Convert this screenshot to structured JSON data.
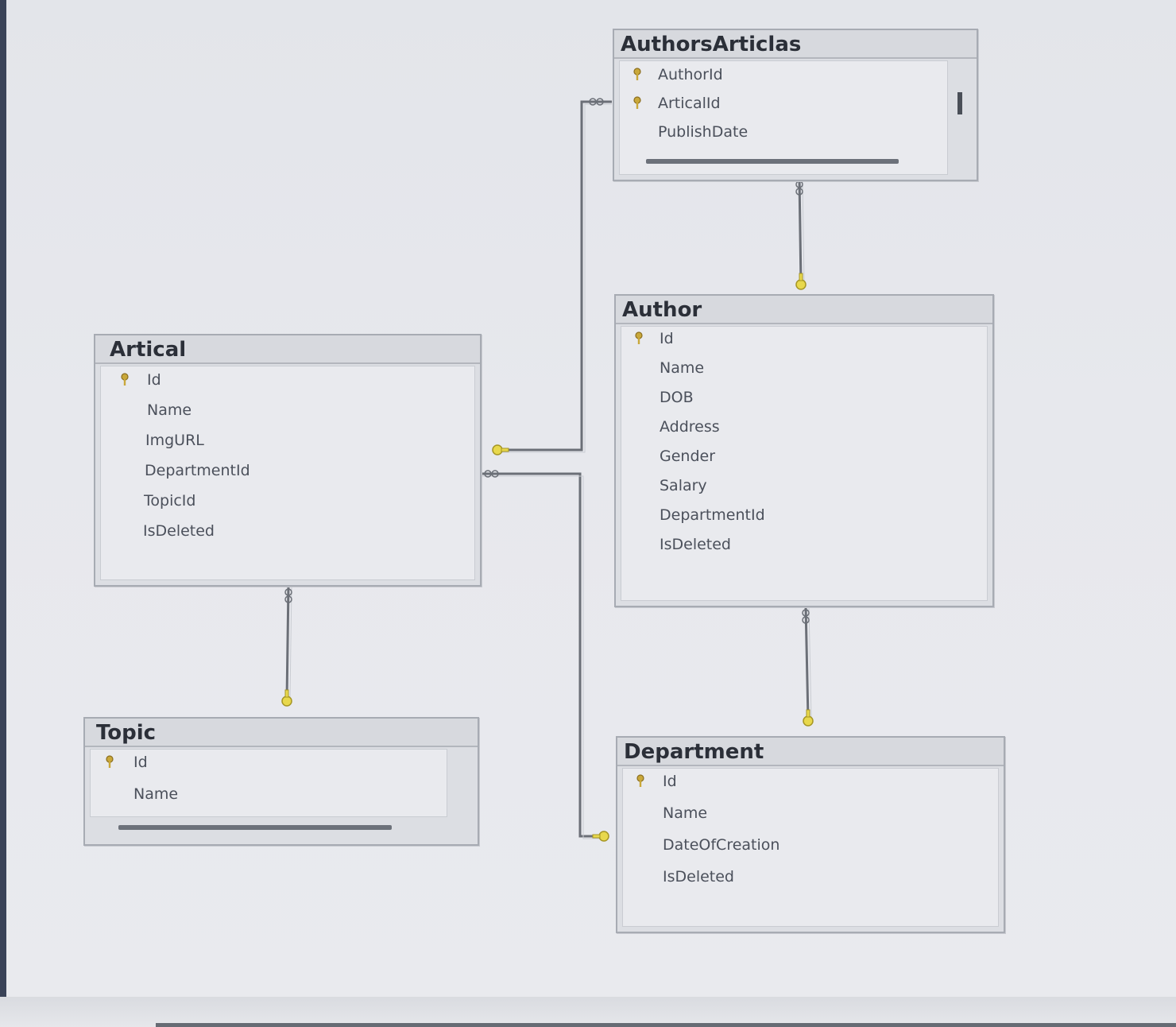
{
  "colors": {
    "key": "#e6d24a",
    "line": "#6b6f77"
  },
  "tables": {
    "authors_articlas": {
      "title": "AuthorsArticlas",
      "columns": [
        "AuthorId",
        "ArticalId",
        "PublishDate"
      ],
      "primary_keys": [
        "AuthorId",
        "ArticalId"
      ]
    },
    "author": {
      "title": "Author",
      "columns": [
        "Id",
        "Name",
        "DOB",
        "Address",
        "Gender",
        "Salary",
        "DepartmentId",
        "IsDeleted"
      ],
      "primary_keys": [
        "Id"
      ]
    },
    "artical": {
      "title": "Artical",
      "columns": [
        "Id",
        "Name",
        "ImgURL",
        "DepartmentId",
        "TopicId",
        "IsDeleted"
      ],
      "primary_keys": [
        "Id"
      ]
    },
    "topic": {
      "title": "Topic",
      "columns": [
        "Id",
        "Name"
      ],
      "primary_keys": [
        "Id"
      ]
    },
    "department": {
      "title": "Department",
      "columns": [
        "Id",
        "Name",
        "DateOfCreation",
        "IsDeleted"
      ],
      "primary_keys": [
        "Id"
      ]
    }
  }
}
